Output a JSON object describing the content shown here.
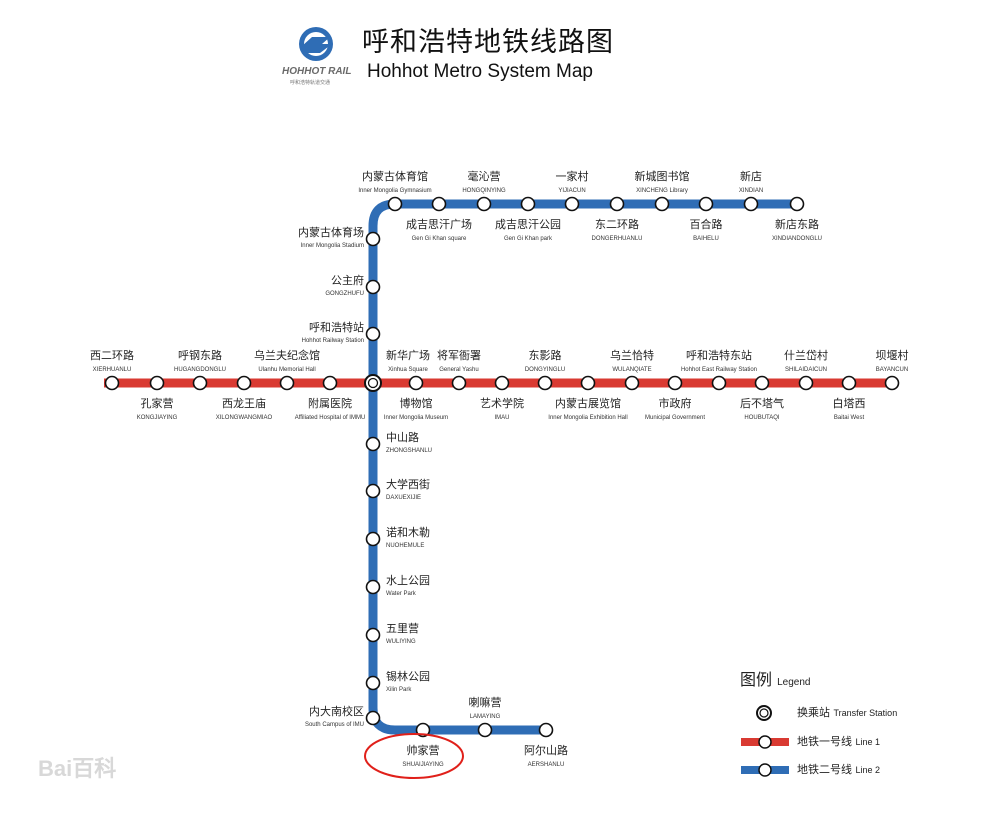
{
  "header": {
    "logo_text": "HOHHOT RAIL",
    "logo_subtext": "呼和浩特轨道交通",
    "title_zh": "呼和浩特地铁线路图",
    "title_en": "Hohhot Metro System Map"
  },
  "colors": {
    "line1": "#d93a32",
    "line2": "#2f6db5",
    "highlight": "#e0201a"
  },
  "transfer": {
    "zh": "新华广场",
    "en": "Xinhua Square"
  },
  "line1": {
    "stations": [
      {
        "zh": "西二环路",
        "en": "XIERHUANLU"
      },
      {
        "zh": "孔家营",
        "en": "KONGJIAYING"
      },
      {
        "zh": "呼钢东路",
        "en": "HUGANGDONGLU"
      },
      {
        "zh": "西龙王庙",
        "en": "XILONGWANGMIAO"
      },
      {
        "zh": "乌兰夫纪念馆",
        "en": "Ulanhu Memorial Hall"
      },
      {
        "zh": "附属医院",
        "en": "Affiliated Hospital of IMMU"
      },
      {
        "zh": "新华广场",
        "en": "Xinhua Square"
      },
      {
        "zh": "博物馆",
        "en": "Inner Mongolia Museum"
      },
      {
        "zh": "将军衙署",
        "en": "General Yashu"
      },
      {
        "zh": "艺术学院",
        "en": "IMAU"
      },
      {
        "zh": "东影路",
        "en": "DONGYINGLU"
      },
      {
        "zh": "内蒙古展览馆",
        "en": "Inner Mongolia Exhibition Hall"
      },
      {
        "zh": "乌兰恰特",
        "en": "WULANQIATE"
      },
      {
        "zh": "市政府",
        "en": "Municipal Government"
      },
      {
        "zh": "呼和浩特东站",
        "en": "Hohhot East Railway Station"
      },
      {
        "zh": "后不塔气",
        "en": "HOUBUTAQI"
      },
      {
        "zh": "什兰岱村",
        "en": "SHILAIDAICUN"
      },
      {
        "zh": "白塔西",
        "en": "Baitai West"
      },
      {
        "zh": "坝堰村",
        "en": "BAYANCUN"
      }
    ]
  },
  "line2": {
    "stations": [
      {
        "zh": "新店东路",
        "en": "XINDIANDONGLU"
      },
      {
        "zh": "新店",
        "en": "XINDIAN"
      },
      {
        "zh": "百合路",
        "en": "BAIHELU"
      },
      {
        "zh": "新城图书馆",
        "en": "XINCHENG Library"
      },
      {
        "zh": "东二环路",
        "en": "DONGERHUANLU"
      },
      {
        "zh": "一家村",
        "en": "YIJIACUN"
      },
      {
        "zh": "成吉思汗公园",
        "en": "Gen Gi Khan park"
      },
      {
        "zh": "毫沁营",
        "en": "HONGQINYING"
      },
      {
        "zh": "成吉思汗广场",
        "en": "Gen Gi Khan square"
      },
      {
        "zh": "内蒙古体育馆",
        "en": "Inner Mongolia Gymnasium"
      },
      {
        "zh": "内蒙古体育场",
        "en": "Inner Mongolia Stadium"
      },
      {
        "zh": "公主府",
        "en": "GONGZHUFU"
      },
      {
        "zh": "呼和浩特站",
        "en": "Hohhot Railway Station"
      },
      {
        "zh": "中山路",
        "en": "ZHONGSHANLU"
      },
      {
        "zh": "大学西街",
        "en": "DAXUEXIJIE"
      },
      {
        "zh": "诺和木勒",
        "en": "NUOHEMULE"
      },
      {
        "zh": "水上公园",
        "en": "Water Park"
      },
      {
        "zh": "五里营",
        "en": "WULIYING"
      },
      {
        "zh": "锡林公园",
        "en": "Xilin Park"
      },
      {
        "zh": "内大南校区",
        "en": "South Campus of IMU"
      },
      {
        "zh": "帅家营",
        "en": "SHUAIJIAYING"
      },
      {
        "zh": "喇嘛营",
        "en": "LAMAYING"
      },
      {
        "zh": "阿尔山路",
        "en": "AERSHANLU"
      }
    ]
  },
  "legend": {
    "title_zh": "图例",
    "title_en": "Legend",
    "transfer_zh": "换乘站",
    "transfer_en": "Transfer Station",
    "line1_zh": "地铁一号线",
    "line1_en": "Line 1",
    "line2_zh": "地铁二号线",
    "line2_en": "Line 2"
  },
  "watermark": "Bai百科"
}
